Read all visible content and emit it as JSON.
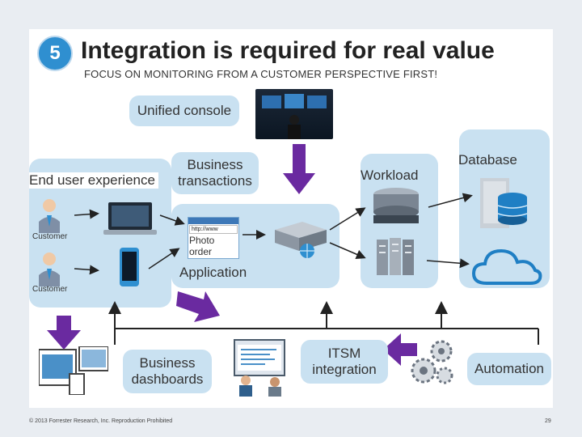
{
  "header": {
    "number": "5",
    "title": "Integration is required for real value",
    "subtitle": "FOCUS ON MONITORING FROM A CUSTOMER PERSPECTIVE FIRST!"
  },
  "labels": {
    "unified_console": "Unified console",
    "end_user_experience": "End user experience",
    "business_transactions": "Business transactions",
    "workload": "Workload",
    "database": "Database",
    "customer_1": "Customer",
    "customer_2": "Customer",
    "url": "http://www",
    "photo_order": "Photo order",
    "application": "Application",
    "business_dashboards": "Business dashboards",
    "itsm_integration": "ITSM integration",
    "automation": "Automation"
  },
  "footer": {
    "copyright": "© 2013 Forrester Research, Inc. Reproduction Prohibited",
    "page": "29"
  },
  "icons": [
    "customer-icon",
    "laptop-icon",
    "smartphone-icon",
    "browser-icon",
    "server-icon",
    "globe-icon",
    "storage-icon",
    "rack-server-icon",
    "database-server-icon",
    "cloud-icon",
    "gears-icon",
    "dashboard-devices-icon",
    "people-at-screen-icon",
    "console-photo",
    "arrow-down-icon"
  ],
  "colors": {
    "accent": "#2f8fd0",
    "panel": "#c9e1f1",
    "arrow": "#6a2aa0"
  }
}
